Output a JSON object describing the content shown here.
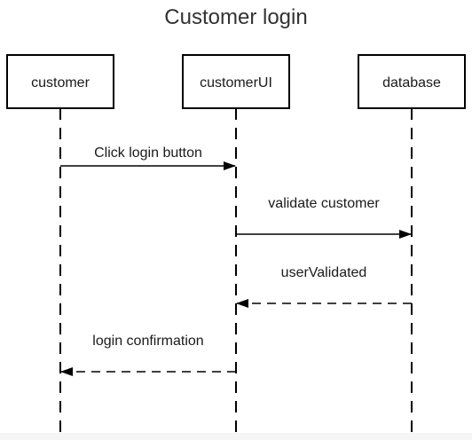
{
  "diagram": {
    "title": "Customer login",
    "participants": [
      {
        "id": "customer",
        "label": "customer"
      },
      {
        "id": "customerUI",
        "label": "customerUI"
      },
      {
        "id": "database",
        "label": "database"
      }
    ],
    "messages": [
      {
        "from": "customer",
        "to": "customerUI",
        "label": "Click login button",
        "style": "solid"
      },
      {
        "from": "customerUI",
        "to": "database",
        "label": "validate customer",
        "style": "solid"
      },
      {
        "from": "database",
        "to": "customerUI",
        "label": "userValidated",
        "style": "dashed"
      },
      {
        "from": "customerUI",
        "to": "customer",
        "label": "login confirmation",
        "style": "dashed"
      }
    ],
    "colors": {
      "stroke": "#000000",
      "text": "#1a1a1a",
      "title": "#333333",
      "box_fill": "#ffffff"
    }
  }
}
